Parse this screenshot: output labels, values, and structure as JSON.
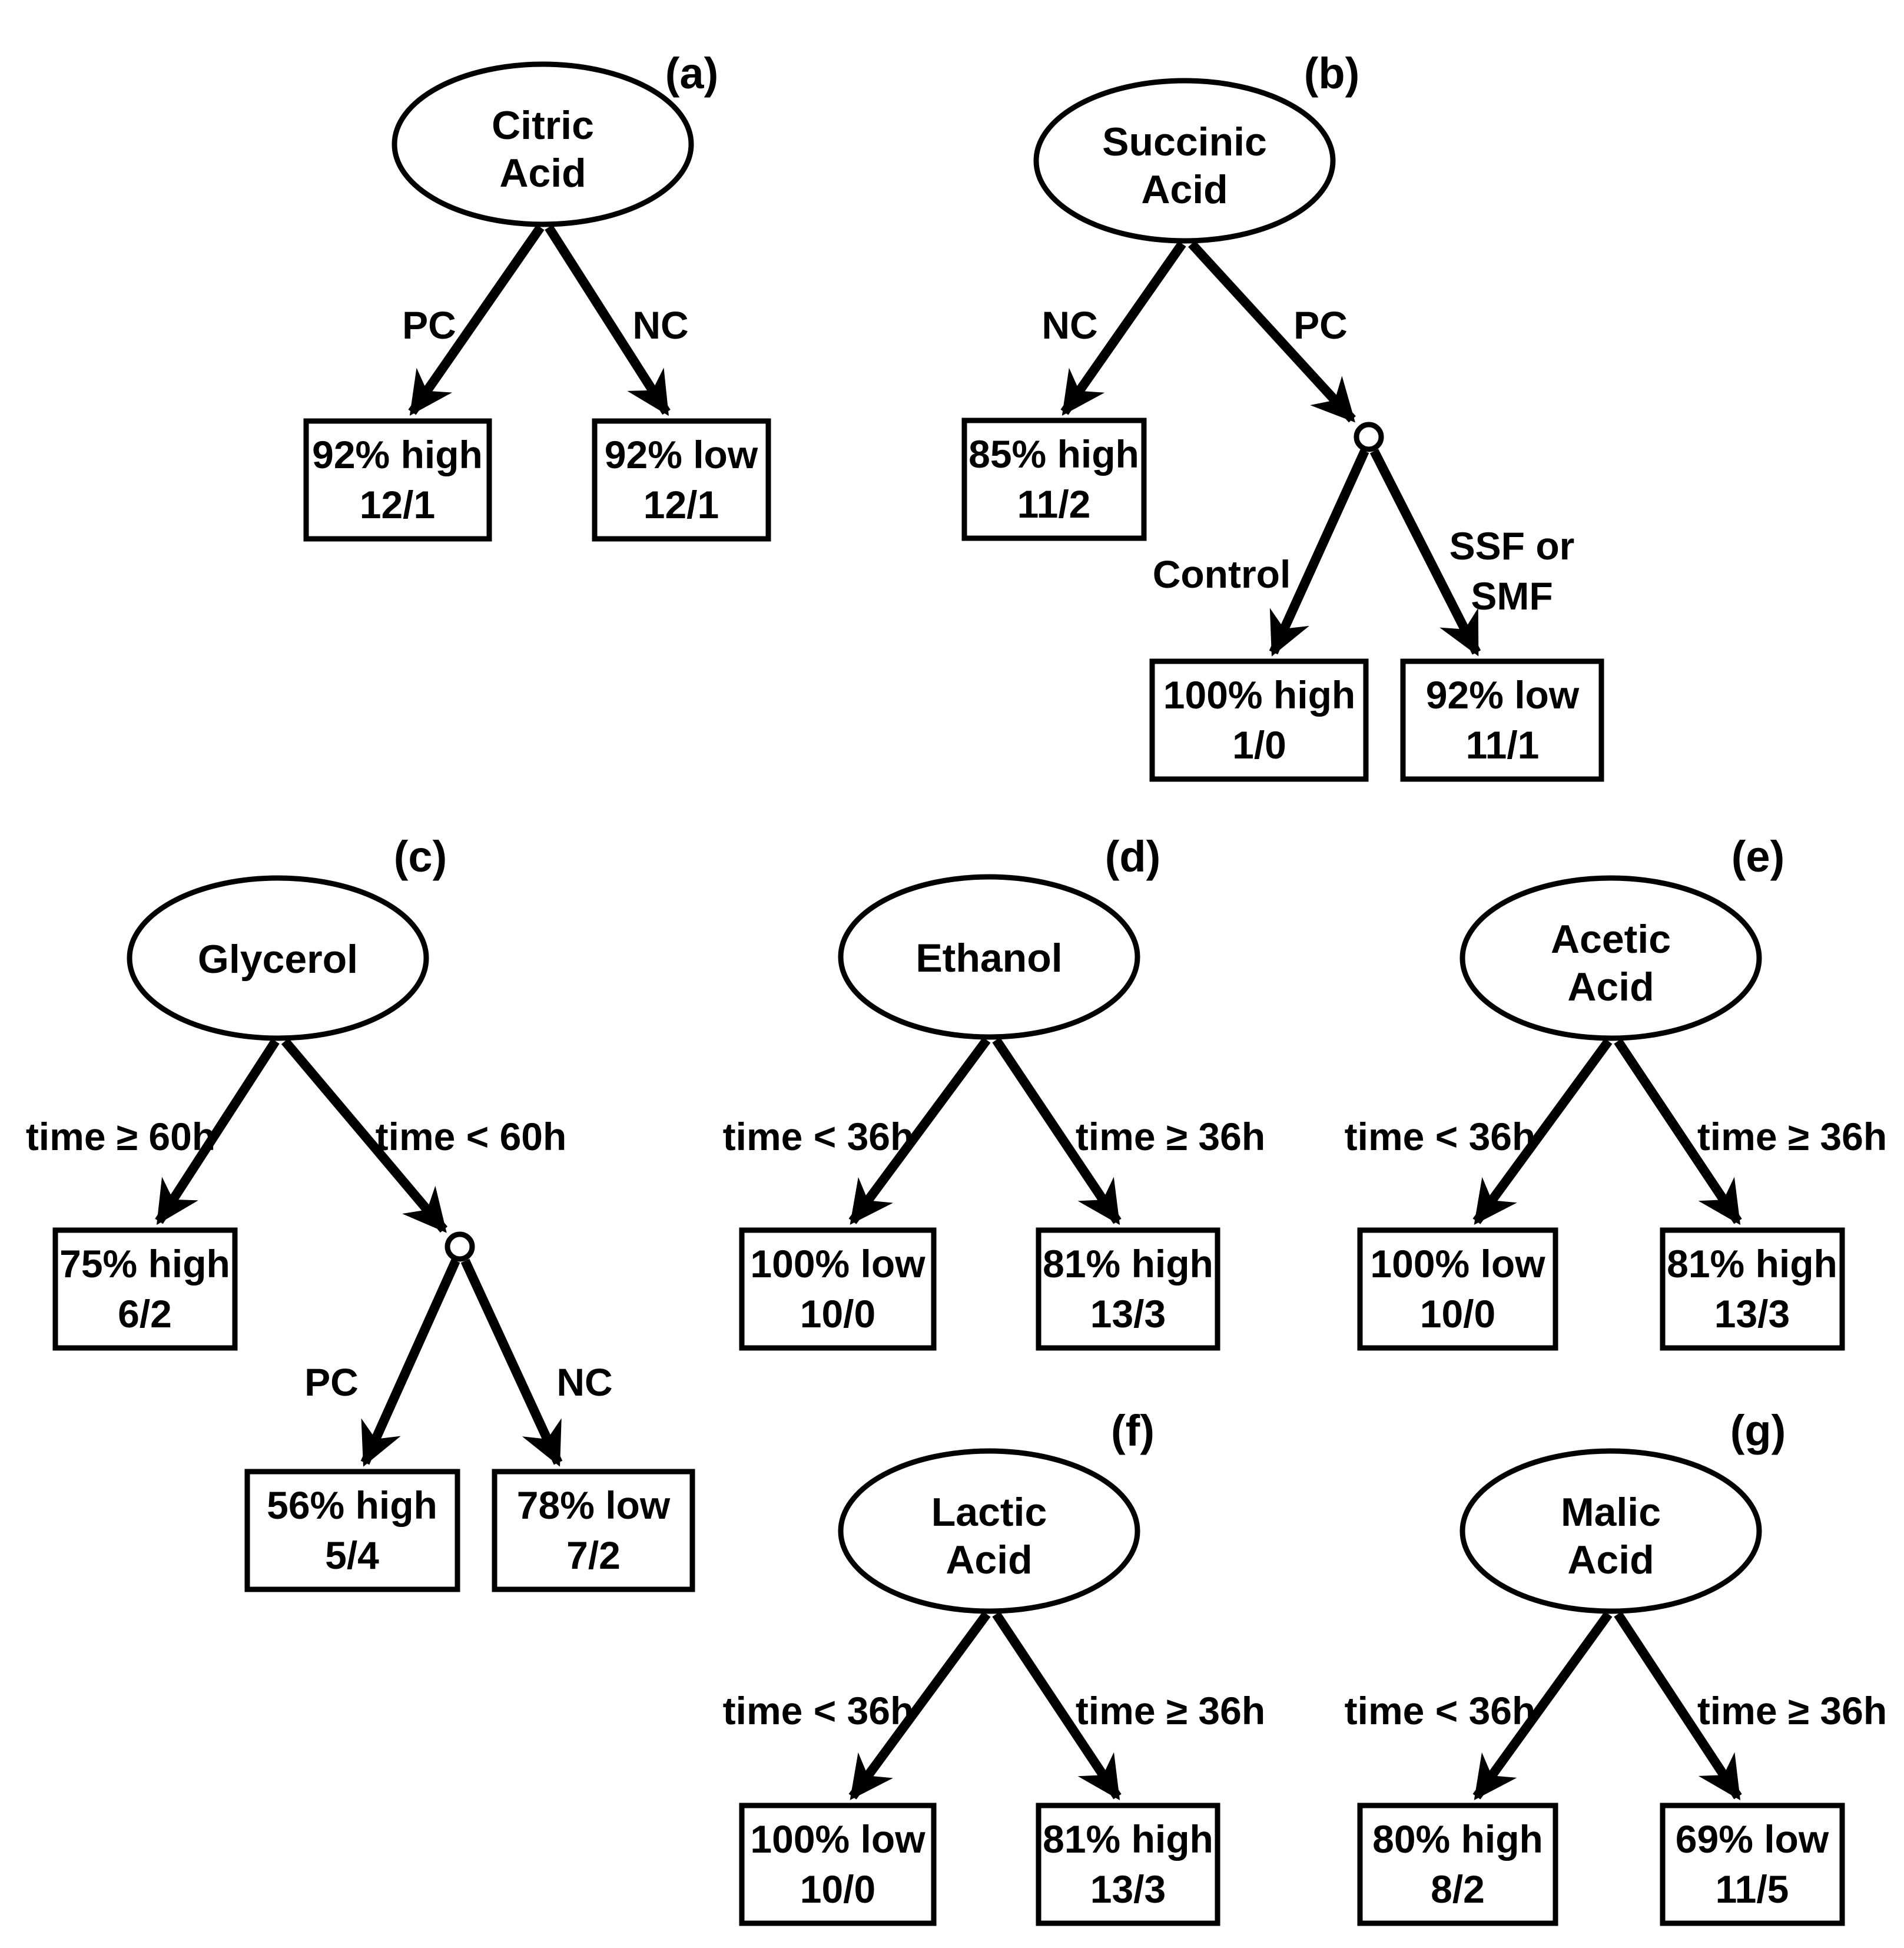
{
  "figure": {
    "description": "Seven binary decision trees (a)-(g) classifying fermentation products as high or low",
    "background_color": "#ffffff",
    "ink_color": "#000000",
    "node_shape": "ellipse",
    "leaf_shape": "rectangle"
  },
  "trees": {
    "a": {
      "panel_label": "(a)",
      "root": {
        "line1": "Citric",
        "line2": "Acid"
      },
      "branches": [
        {
          "label": "PC",
          "leaf": {
            "line1": "92% high",
            "line2": "12/1"
          }
        },
        {
          "label": "NC",
          "leaf": {
            "line1": "92% low",
            "line2": "12/1"
          }
        }
      ]
    },
    "b": {
      "panel_label": "(b)",
      "root": {
        "line1": "Succinic",
        "line2": "Acid"
      },
      "branches": [
        {
          "label": "NC",
          "leaf": {
            "line1": "85% high",
            "line2": "11/2"
          }
        },
        {
          "label": "PC",
          "split": {
            "branches": [
              {
                "label": "Control",
                "leaf": {
                  "line1": "100% high",
                  "line2": "1/0"
                }
              },
              {
                "label_line1": "SSF or",
                "label_line2": "SMF",
                "leaf": {
                  "line1": "92% low",
                  "line2": "11/1"
                }
              }
            ]
          }
        }
      ]
    },
    "c": {
      "panel_label": "(c)",
      "root": {
        "line1": "Glycerol"
      },
      "branches": [
        {
          "label": "time ≥ 60h",
          "leaf": {
            "line1": "75% high",
            "line2": "6/2"
          }
        },
        {
          "label": "time < 60h",
          "split": {
            "branches": [
              {
                "label": "PC",
                "leaf": {
                  "line1": "56% high",
                  "line2": "5/4"
                }
              },
              {
                "label": "NC",
                "leaf": {
                  "line1": "78% low",
                  "line2": "7/2"
                }
              }
            ]
          }
        }
      ]
    },
    "d": {
      "panel_label": "(d)",
      "root": {
        "line1": "Ethanol"
      },
      "branches": [
        {
          "label": "time < 36h",
          "leaf": {
            "line1": "100% low",
            "line2": "10/0"
          }
        },
        {
          "label": "time ≥ 36h",
          "leaf": {
            "line1": "81% high",
            "line2": "13/3"
          }
        }
      ]
    },
    "e": {
      "panel_label": "(e)",
      "root": {
        "line1": "Acetic",
        "line2": "Acid"
      },
      "branches": [
        {
          "label": "time < 36h",
          "leaf": {
            "line1": "100% low",
            "line2": "10/0"
          }
        },
        {
          "label": "time ≥ 36h",
          "leaf": {
            "line1": "81% high",
            "line2": "13/3"
          }
        }
      ]
    },
    "f": {
      "panel_label": "(f)",
      "root": {
        "line1": "Lactic",
        "line2": "Acid"
      },
      "branches": [
        {
          "label": "time < 36h",
          "leaf": {
            "line1": "100% low",
            "line2": "10/0"
          }
        },
        {
          "label": "time ≥ 36h",
          "leaf": {
            "line1": "81% high",
            "line2": "13/3"
          }
        }
      ]
    },
    "g": {
      "panel_label": "(g)",
      "root": {
        "line1": "Malic",
        "line2": "Acid"
      },
      "branches": [
        {
          "label": "time < 36h",
          "leaf": {
            "line1": "80% high",
            "line2": "8/2"
          }
        },
        {
          "label": "time ≥ 36h",
          "leaf": {
            "line1": "69% low",
            "line2": "11/5"
          }
        }
      ]
    }
  }
}
